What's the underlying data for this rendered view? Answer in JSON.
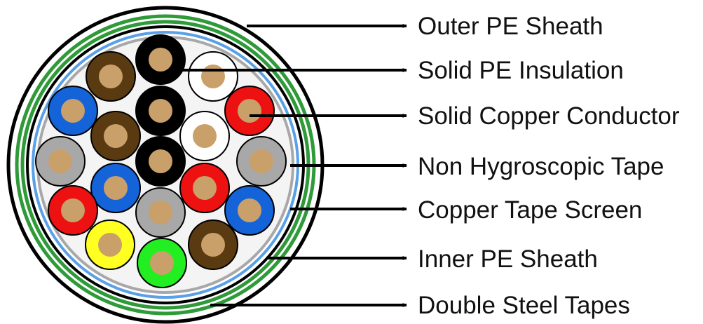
{
  "labels": [
    {
      "key": "outer-pe-sheath",
      "text": "Outer PE Sheath"
    },
    {
      "key": "solid-pe-insulation",
      "text": "Solid PE Insulation"
    },
    {
      "key": "solid-copper-conductor",
      "text": "Solid Copper Conductor"
    },
    {
      "key": "non-hygroscopic-tape",
      "text": "Non Hygroscopic Tape"
    },
    {
      "key": "copper-tape-screen",
      "text": "Copper Tape Screen"
    },
    {
      "key": "inner-pe-sheath",
      "text": "Inner PE Sheath"
    },
    {
      "key": "double-steel-tapes",
      "text": "Double Steel Tapes"
    }
  ],
  "colors": {
    "outer_sheath": "#000000",
    "steel_tape": "#2e9a38",
    "inner_sheath": "#000000",
    "copper_screen": "#5aa0e6",
    "non_hygroscopic_tape": "#a8a8a8",
    "filler": "#f4f4f4",
    "conductor": "#c9a06a",
    "insulation": {
      "brown": "#5a3a10",
      "black": "#000000",
      "white": "#ffffff",
      "blue": "#1463d8",
      "red": "#ee1111",
      "grey": "#a8a8a8",
      "yellow": "#ffff22",
      "green": "#22ee22"
    }
  },
  "cores": [
    "black",
    "brown",
    "white",
    "blue",
    "black",
    "red",
    "brown",
    "white",
    "grey",
    "black",
    "grey",
    "blue",
    "red",
    "red",
    "grey",
    "blue",
    "yellow",
    "green",
    "brown"
  ]
}
